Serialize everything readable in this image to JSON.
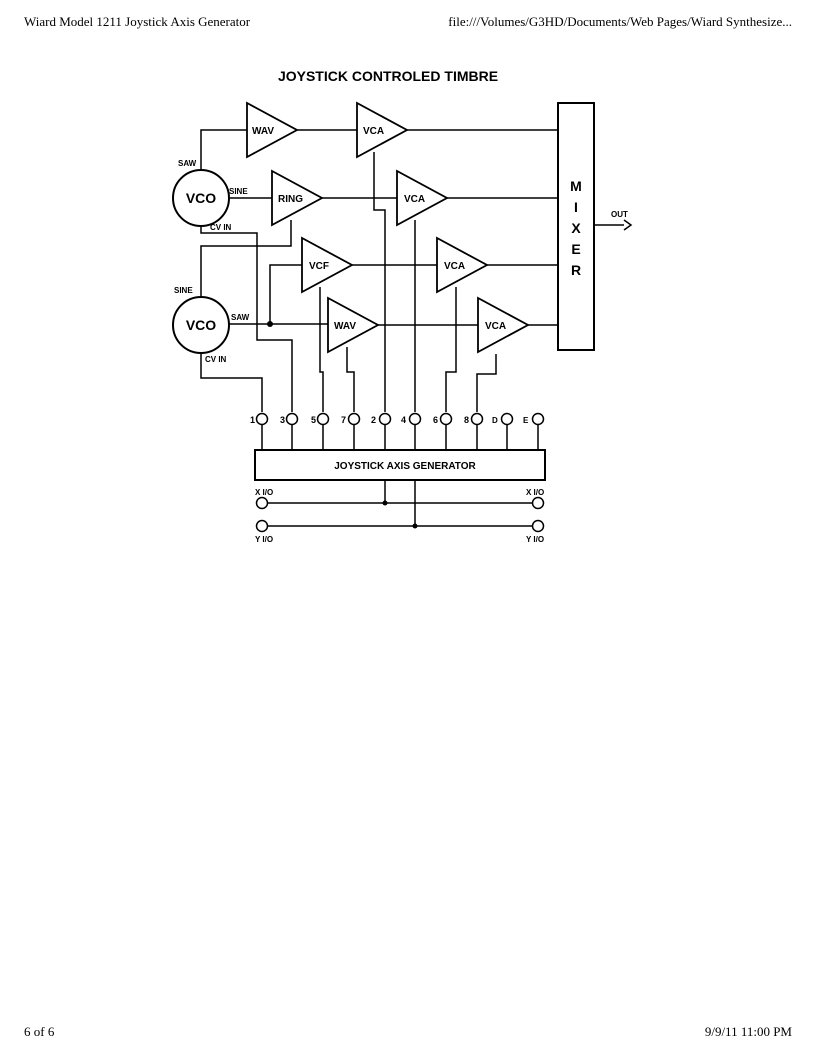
{
  "header": {
    "left": "Wiard Model 1211 Joystick Axis Generator",
    "right": "file:///Volumes/G3HD/Documents/Web Pages/Wiard Synthesize..."
  },
  "footer": {
    "left": "6 of 6",
    "right": "9/9/11 11:00 PM"
  },
  "diagram": {
    "title": "JOYSTICK CONTROLED TIMBRE",
    "vco_label": "VCO",
    "vco1_saw": "SAW",
    "vco1_sine": "SINE",
    "vco1_cvin": "CV IN",
    "vco2_sine": "SINE",
    "vco2_saw": "SAW",
    "vco2_cvin": "CV IN",
    "modules": {
      "wav1": "WAV",
      "vca1": "VCA",
      "ring": "RING",
      "vca2": "VCA",
      "vcf": "VCF",
      "vca3": "VCA",
      "wav2": "WAV",
      "vca4": "VCA"
    },
    "mixer_letters": [
      "M",
      "I",
      "X",
      "E",
      "R"
    ],
    "out_label": "OUT",
    "jacks": [
      "1",
      "3",
      "5",
      "7",
      "2",
      "4",
      "6",
      "8",
      "D",
      "E"
    ],
    "generator_label": "JOYSTICK AXIS GENERATOR",
    "x_io_left": "X I/O",
    "x_io_right": "X I/O",
    "y_io_left": "Y I/O",
    "y_io_right": "Y I/O"
  }
}
